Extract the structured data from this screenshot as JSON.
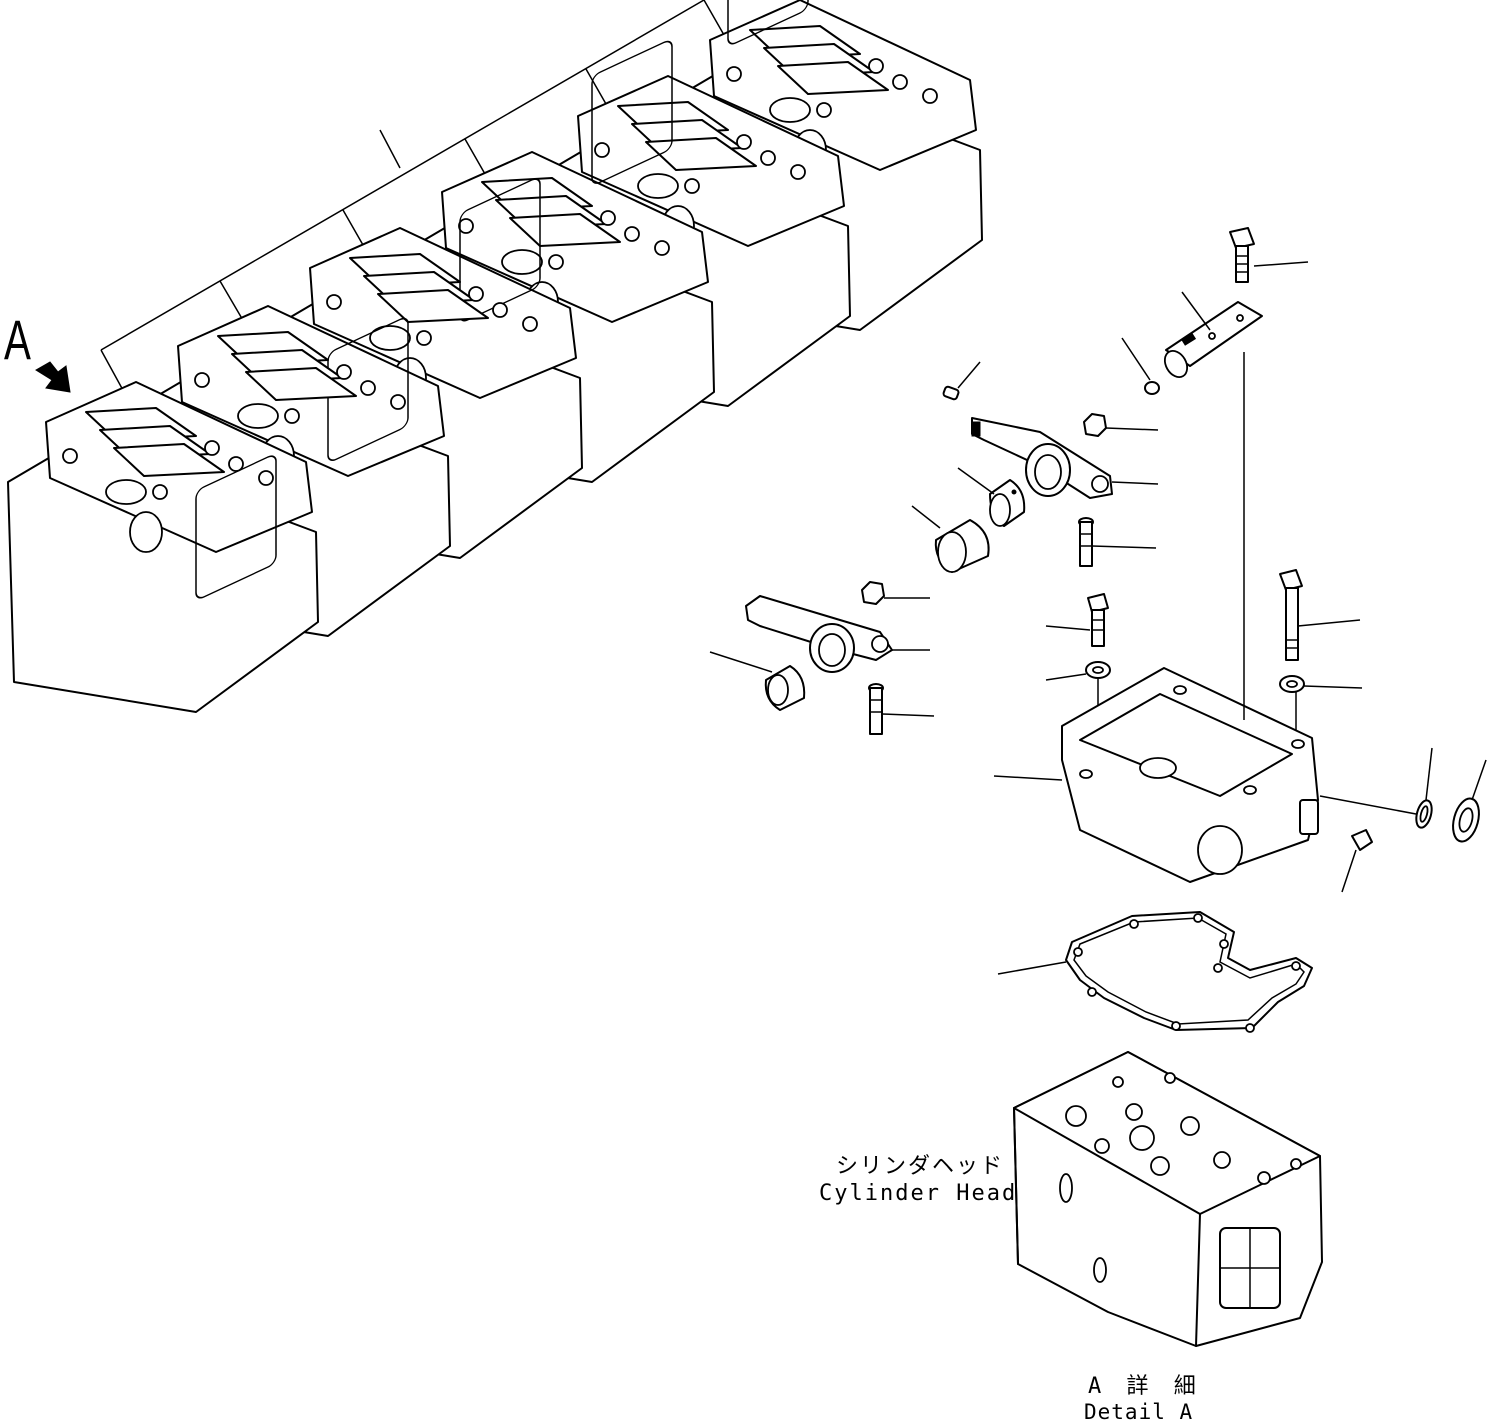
{
  "view_arrow": {
    "letter": "A"
  },
  "reference_part": {
    "label_jp": "シリンダヘッド",
    "label_en": "Cylinder Head"
  },
  "detail": {
    "label_jp": "A 詳 細",
    "label_en": "Detail A"
  },
  "colors": {
    "line": "#000000",
    "background": "#ffffff"
  }
}
